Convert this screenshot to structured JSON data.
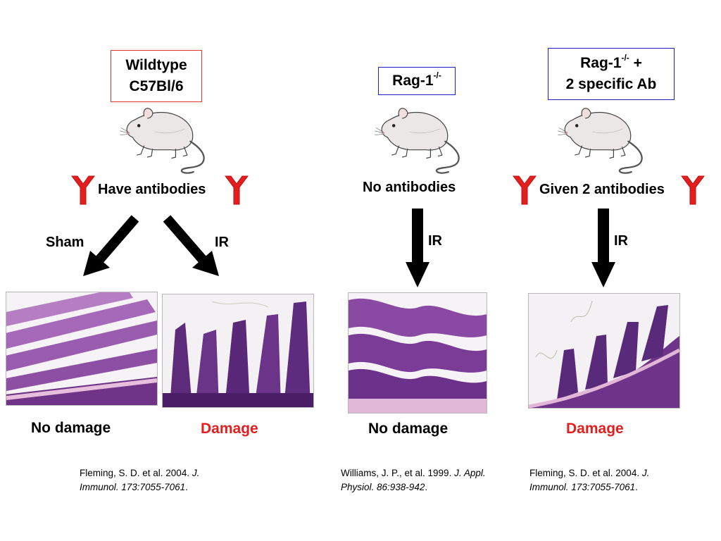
{
  "boxes": {
    "wildtype": {
      "line1": "Wildtype",
      "line2": "C57Bl/6",
      "border_color": "#e03030"
    },
    "rag1": {
      "name": "Rag-1",
      "sup": "-/-",
      "border_color": "#1f1fc8"
    },
    "rag1_ab": {
      "name": "Rag-1",
      "sup": "-/-",
      "suffix": " +",
      "line2": "2 specific Ab",
      "border_color": "#1f1fc8"
    }
  },
  "status": {
    "have": "Have antibodies",
    "none": "No antibodies",
    "given": "Given 2 antibodies"
  },
  "arrows": {
    "sham": "Sham",
    "ir_wt": "IR",
    "ir_rag": "IR",
    "ir_rag_ab": "IR"
  },
  "results": {
    "wt_sham": {
      "text": "No damage",
      "color": "#000000"
    },
    "wt_ir": {
      "text": "Damage",
      "color": "#e31e1e"
    },
    "rag_ir": {
      "text": "No damage",
      "color": "#000000"
    },
    "rag_ab_ir": {
      "text": "Damage",
      "color": "#e31e1e"
    }
  },
  "citations": {
    "c1": {
      "authors": "Fleming, S. D. et al. 2004.",
      "journal": "J. Immunol. 173:7055-7061",
      "end": "."
    },
    "c2": {
      "authors": "Williams, J. P., et al. 1999.",
      "journal": "J. Appl. Physiol. 86:938-942",
      "end": "."
    },
    "c3": {
      "authors": "Fleming, S. D. et al. 2004.",
      "journal": "J. Immunol. 173:7055-7061",
      "end": "."
    }
  },
  "colors": {
    "antibody": "#e31e1e",
    "arrow": "#000000",
    "tissue_purple": "#7a3c8c",
    "tissue_pink": "#d9a6cf"
  },
  "icons": {
    "mouse": "mouse-icon",
    "antibody": "antibody-icon"
  }
}
